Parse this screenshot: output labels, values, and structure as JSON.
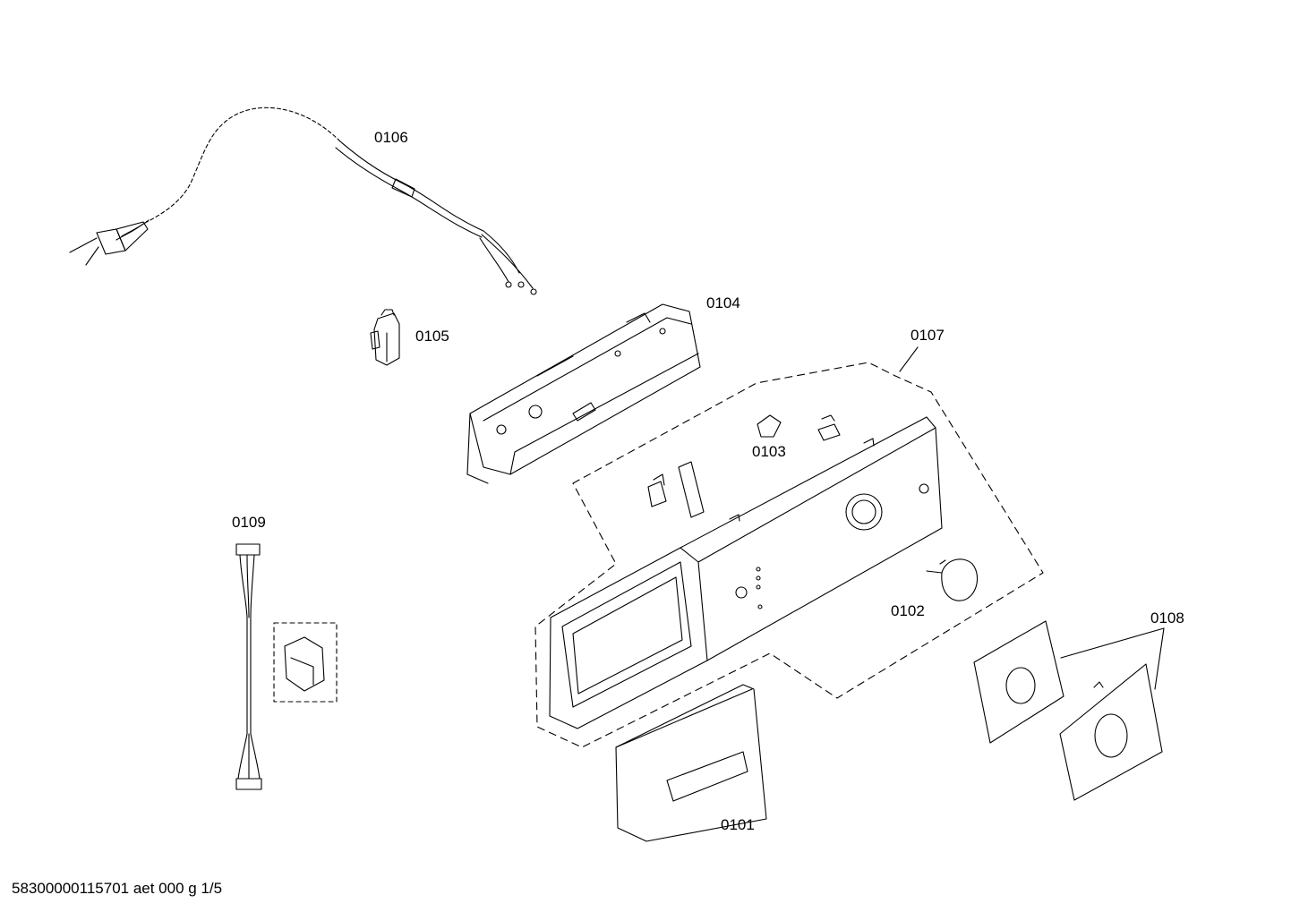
{
  "parts": [
    {
      "id": "0101",
      "name": "detergent-drawer-handle"
    },
    {
      "id": "0102",
      "name": "program-selector-knob"
    },
    {
      "id": "0103",
      "name": "push-buttons"
    },
    {
      "id": "0104",
      "name": "control-module-housing"
    },
    {
      "id": "0105",
      "name": "switch"
    },
    {
      "id": "0106",
      "name": "power-cord"
    },
    {
      "id": "0107",
      "name": "control-panel"
    },
    {
      "id": "0108",
      "name": "cover-plates"
    },
    {
      "id": "0109",
      "name": "wiring-harness"
    }
  ],
  "footer": {
    "text": "58300000115701 aet 000 g 1/5"
  }
}
